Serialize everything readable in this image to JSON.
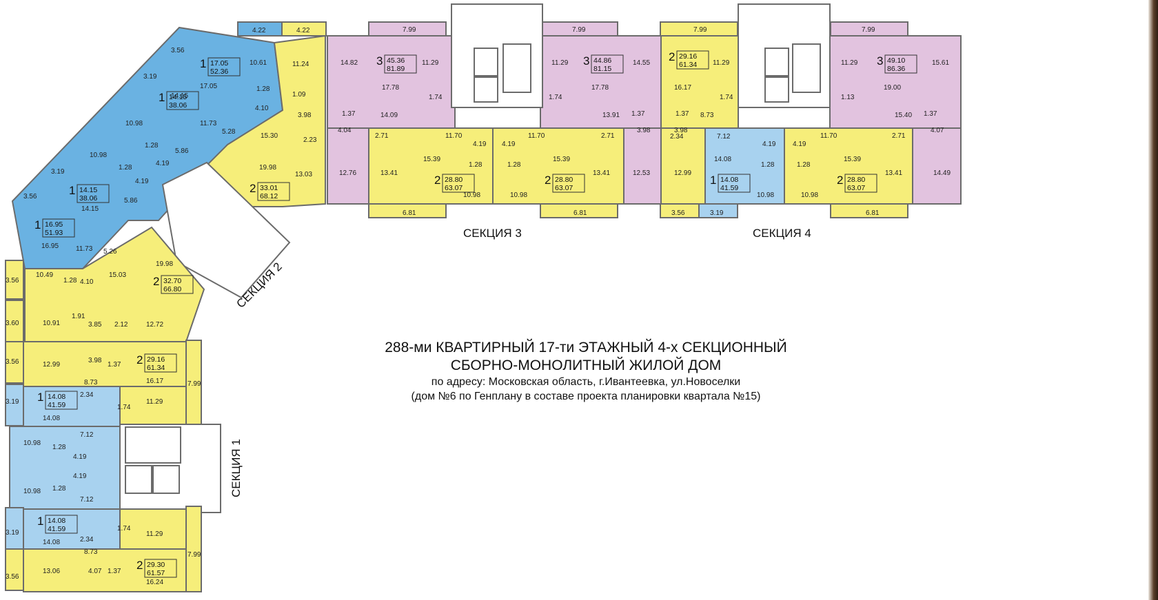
{
  "title": {
    "line1": "288-ми КВАРТИРНЫЙ 17-ти ЭТАЖНЫЙ 4-х СЕКЦИОННЫЙ",
    "line2": "СБОРНО-МОНОЛИТНЫЙ ЖИЛОЙ ДОМ",
    "line3": "по адресу: Московская область, г.Ивантеевка, ул.Новоселки",
    "line4": "(дом №6 по Генплану в составе проекта планировки квартала №15)"
  },
  "colors": {
    "one_room": "#6ab2e2",
    "one_room_light": "#a8d2ef",
    "two_room": "#f6ee7a",
    "three_room": "#e2c3df",
    "core": "#ffffff",
    "wall": "#6b6b6b"
  },
  "sections": {
    "s1": "СЕКЦИЯ 1",
    "s2": "СЕКЦИЯ 2",
    "s3": "СЕКЦИЯ 3",
    "s4": "СЕКЦИЯ 4"
  },
  "apartments": {
    "s2_a1": {
      "rooms": "1",
      "living": "17.05",
      "total": "52.36"
    },
    "s2_a2": {
      "rooms": "1",
      "living": "14.15",
      "total": "38.06"
    },
    "s2_a3": {
      "rooms": "1",
      "living": "14.15",
      "total": "38.06"
    },
    "s2_a4": {
      "rooms": "1",
      "living": "16.95",
      "total": "51.93"
    },
    "s2_a5": {
      "rooms": "2",
      "living": "33.01",
      "total": "68.12"
    },
    "s2_a6": {
      "rooms": "2",
      "living": "32.70",
      "total": "66.80"
    },
    "s3_a1": {
      "rooms": "3",
      "living": "45.36",
      "total": "81.89"
    },
    "s3_a2": {
      "rooms": "3",
      "living": "44.86",
      "total": "81.15"
    },
    "s3_a3": {
      "rooms": "2",
      "living": "28.80",
      "total": "63.07"
    },
    "s3_a4": {
      "rooms": "2",
      "living": "28.80",
      "total": "63.07"
    },
    "s4_a1": {
      "rooms": "2",
      "living": "29.16",
      "total": "61.34"
    },
    "s4_a2": {
      "rooms": "3",
      "living": "49.10",
      "total": "86.36"
    },
    "s4_a3": {
      "rooms": "1",
      "living": "14.08",
      "total": "41.59"
    },
    "s4_a4": {
      "rooms": "2",
      "living": "28.80",
      "total": "63.07"
    },
    "s1_a1": {
      "rooms": "2",
      "living": "29.16",
      "total": "61.34"
    },
    "s1_a2": {
      "rooms": "1",
      "living": "14.08",
      "total": "41.59"
    },
    "s1_a3": {
      "rooms": "1",
      "living": "14.08",
      "total": "41.59"
    },
    "s1_a4": {
      "rooms": "2",
      "living": "29.30",
      "total": "61.57"
    }
  },
  "rooms": {
    "s3": [
      "7.99",
      "7.99",
      "14.82",
      "11.29",
      "17.78",
      "1.74",
      "1.37",
      "14.09",
      "4.04",
      "2.71",
      "11.70",
      "15.39",
      "4.19",
      "1.28",
      "13.41",
      "12.76",
      "10.98",
      "6.81",
      "11.29",
      "14.55",
      "17.78",
      "1.74",
      "13.91",
      "1.37",
      "3.98",
      "11.70",
      "2.71",
      "4.19",
      "1.28",
      "15.39",
      "13.41",
      "12.53",
      "10.98",
      "6.81"
    ],
    "s4": [
      "7.99",
      "7.99",
      "11.29",
      "16.17",
      "1.74",
      "1.37",
      "3.98",
      "8.73",
      "2.34",
      "7.12",
      "4.19",
      "1.28",
      "14.08",
      "12.99",
      "10.98",
      "3.56",
      "3.19",
      "11.29",
      "15.61",
      "19.00",
      "1.13",
      "15.40",
      "1.37",
      "4.07",
      "11.70",
      "2.71",
      "4.19",
      "1.28",
      "15.39",
      "13.41",
      "14.49",
      "10.98",
      "6.81"
    ],
    "s2": [
      "4.22",
      "4.22",
      "3.56",
      "10.61",
      "17.05",
      "1.28",
      "4.10",
      "3.19",
      "14.15",
      "11.73",
      "5.28",
      "10.98",
      "1.28",
      "4.19",
      "5.86",
      "10.98",
      "4.19",
      "1.28",
      "3.19",
      "3.56",
      "14.15",
      "5.86",
      "16.95",
      "11.73",
      "5.26",
      "1.28",
      "4.10",
      "10.49",
      "3.56",
      "11.24",
      "1.09",
      "3.98",
      "2.23",
      "15.30",
      "19.98",
      "13.03",
      "19.98",
      "15.03"
    ],
    "s1": [
      "3.60",
      "10.91",
      "1.91",
      "3.85",
      "2.12",
      "12.72",
      "3.56",
      "12.99",
      "3.98",
      "1.37",
      "8.73",
      "16.17",
      "7.99",
      "1.74",
      "11.29",
      "3.19",
      "2.34",
      "14.08",
      "7.12",
      "10.98",
      "1.28",
      "4.19",
      "4.19",
      "1.28",
      "10.98",
      "7.12",
      "3.19",
      "14.08",
      "2.34",
      "1.74",
      "11.29",
      "8.73",
      "7.99",
      "3.56",
      "13.06",
      "4.07",
      "1.37",
      "16.24"
    ]
  }
}
